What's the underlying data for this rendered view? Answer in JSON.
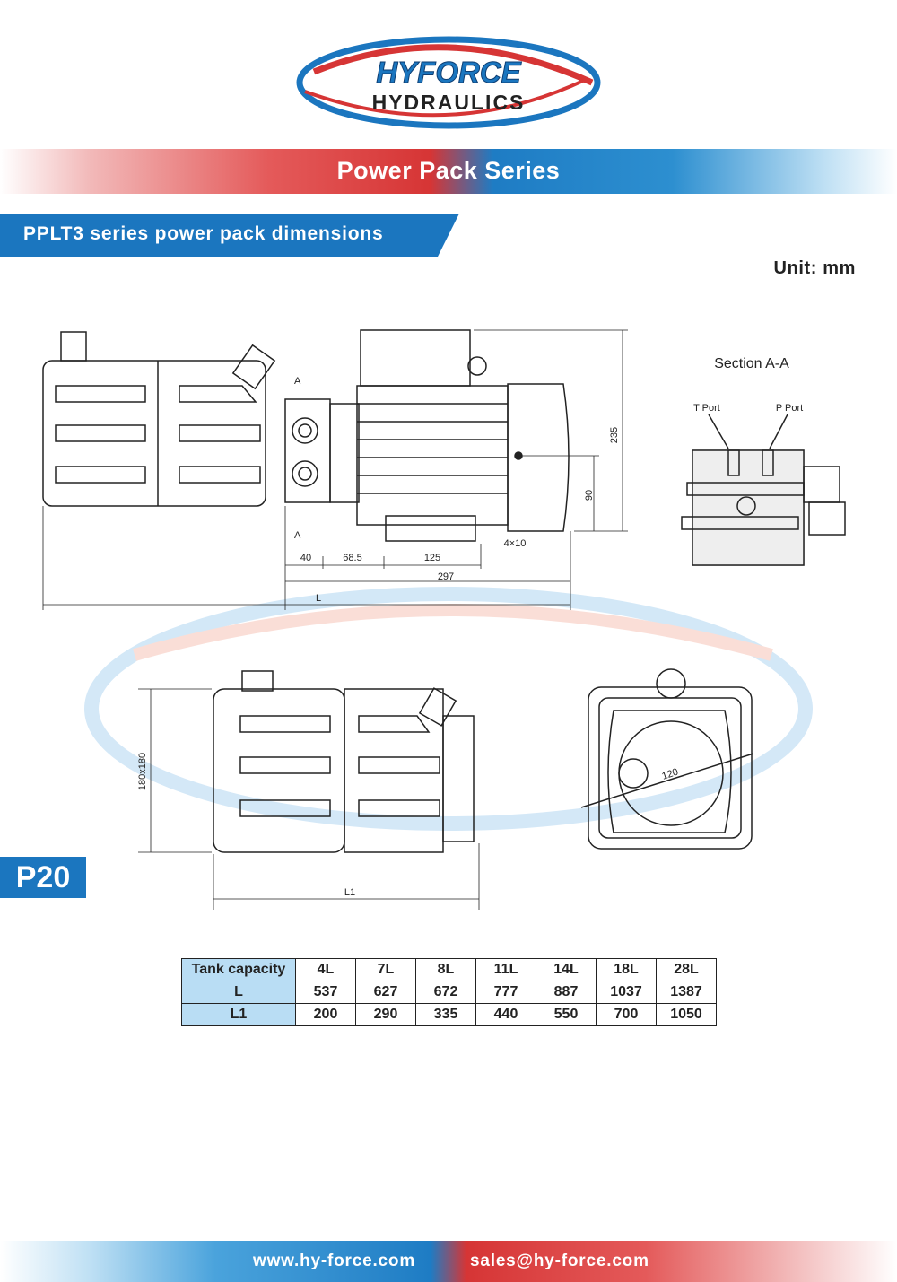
{
  "brand": {
    "line1": "HYFORCE",
    "line2": "HYDRAULICS",
    "blue": "#1b76bf",
    "red": "#d63535"
  },
  "banner": {
    "title": "Power Pack Series"
  },
  "section": {
    "title": "PPLT3 series power pack dimensions",
    "unit": "Unit: mm"
  },
  "drawing": {
    "section_title": "Section A-A",
    "t_port": "T Port",
    "p_port": "P Port",
    "cut_label": "A",
    "dims": {
      "d235": "235",
      "d90": "90",
      "d40": "40",
      "d68": "68.5",
      "d125": "125",
      "d297": "297",
      "d4x10": "4×10",
      "L": "L",
      "d120": "120",
      "d180": "180x180",
      "L1": "L1"
    }
  },
  "page_number": "P20",
  "table": {
    "header": [
      "Tank capacity",
      "4L",
      "7L",
      "8L",
      "11L",
      "14L",
      "18L",
      "28L"
    ],
    "rows": [
      [
        "L",
        "537",
        "627",
        "672",
        "777",
        "887",
        "1037",
        "1387"
      ],
      [
        "L1",
        "200",
        "290",
        "335",
        "440",
        "550",
        "700",
        "1050"
      ]
    ]
  },
  "footer": {
    "website": "www.hy-force.com",
    "email": "sales@hy-force.com"
  }
}
